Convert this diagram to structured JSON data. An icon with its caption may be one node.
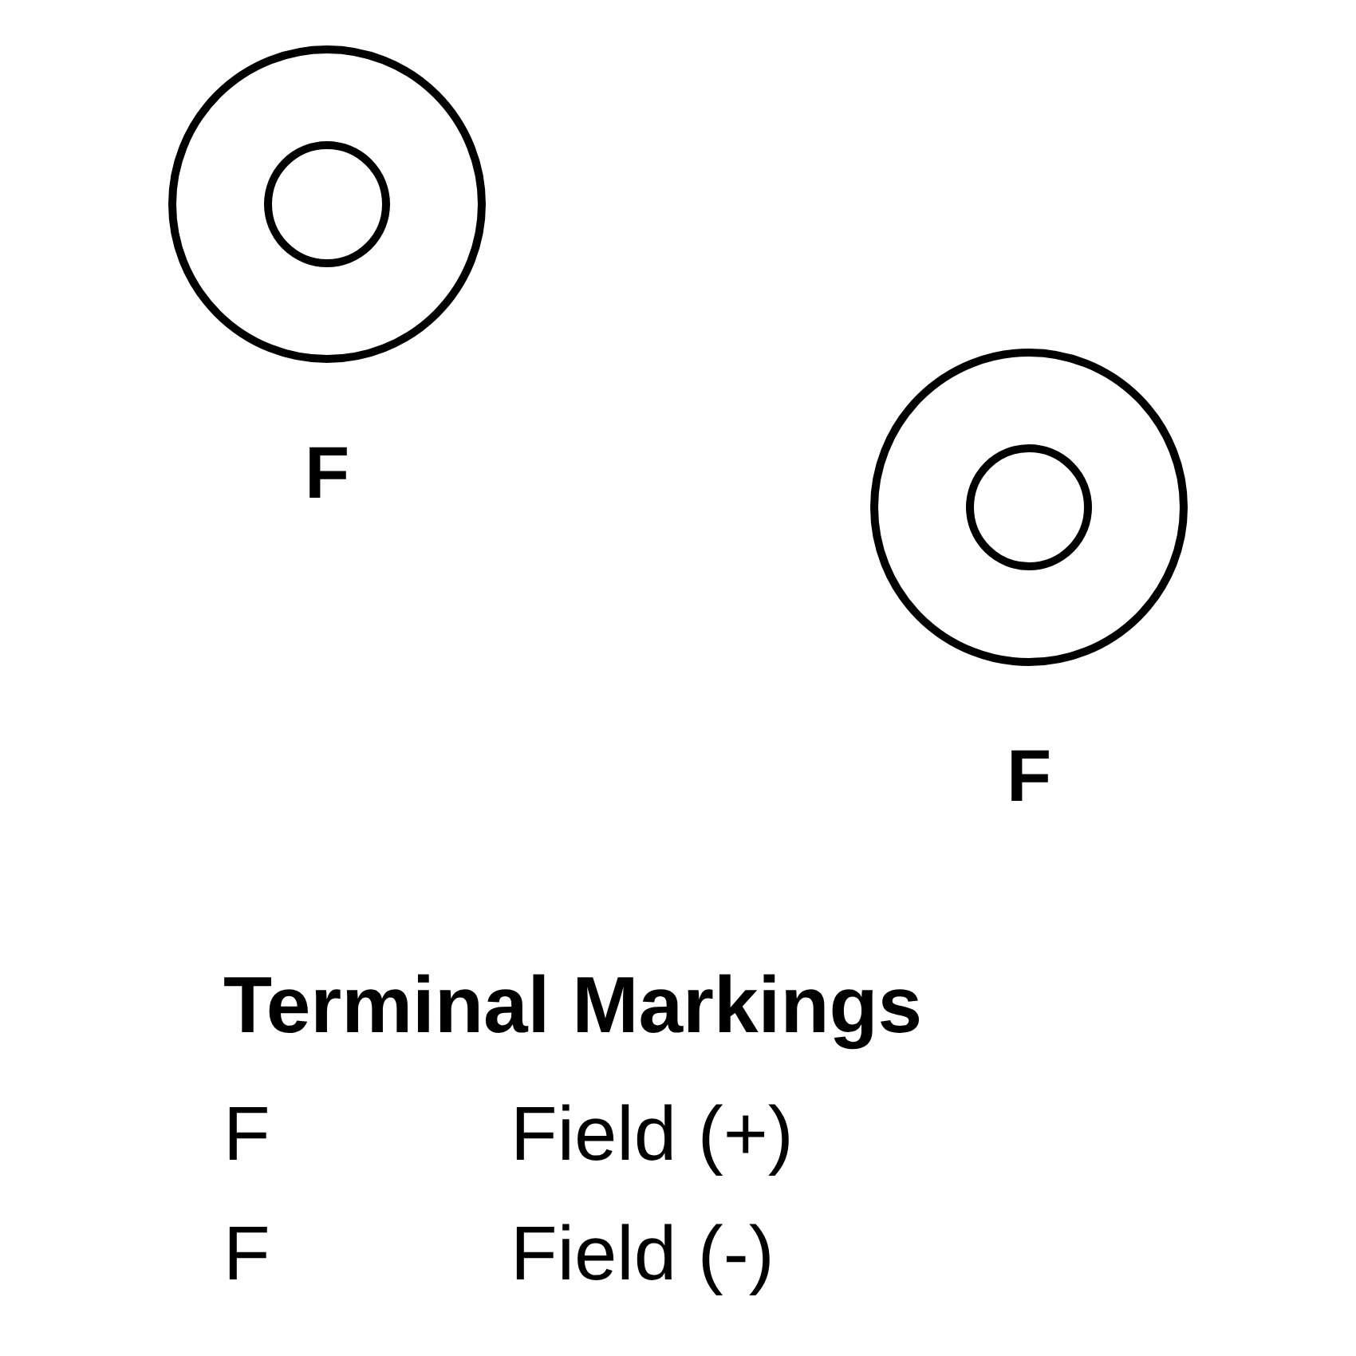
{
  "diagram": {
    "nodes": [
      {
        "text": [],
        "shape": "circle",
        "beside": [
          "F"
        ]
      },
      {
        "text": [],
        "shape": "circle",
        "in": 0
      },
      {
        "text": [],
        "shape": "circle",
        "beside": [
          "F"
        ]
      },
      {
        "text": [],
        "shape": "circle",
        "in": 2
      }
    ],
    "edges": [],
    "labels": [
      "Terminal Markings",
      "F",
      "Field (+)",
      "F",
      "Field (-)"
    ]
  }
}
